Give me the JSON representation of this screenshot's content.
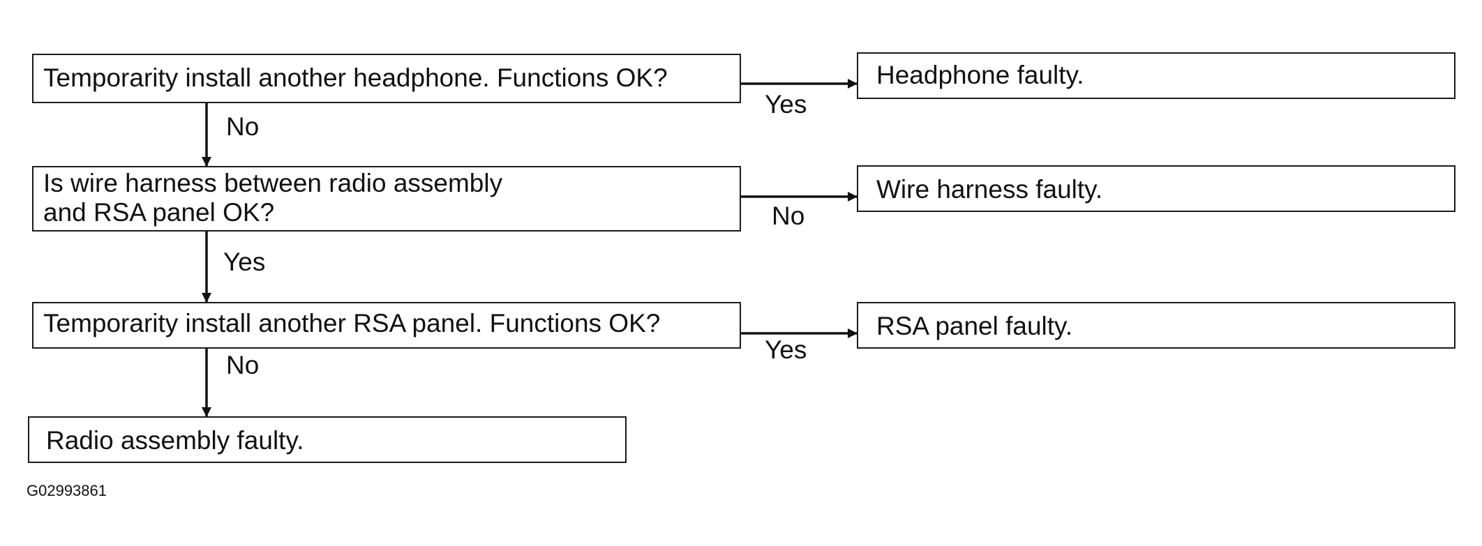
{
  "nodes": {
    "q_headphone": "Temporarity install another headphone. Functions OK?",
    "r_headphone": "Headphone faulty.",
    "q_harness": "Is wire harness between radio assembly and RSA panel OK?",
    "r_harness": "Wire harness faulty.",
    "q_rsa": "Temporarity install another RSA panel. Functions OK?",
    "r_rsa": "RSA panel faulty.",
    "r_radio": "Radio assembly faulty."
  },
  "edges": {
    "headphone_yes": "Yes",
    "headphone_no": "No",
    "harness_no": "No",
    "harness_yes": "Yes",
    "rsa_yes": "Yes",
    "rsa_no": "No"
  },
  "figure_id": "G02993861"
}
